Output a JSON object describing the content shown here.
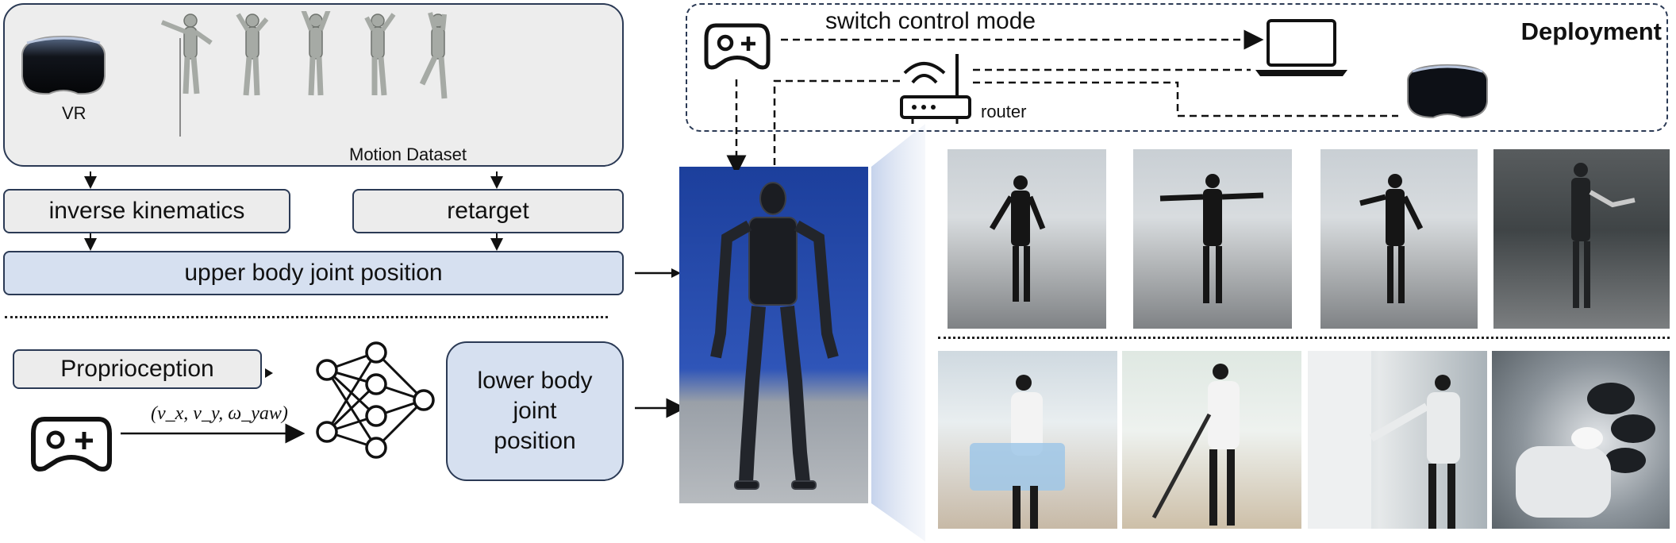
{
  "source_panel": {
    "vr_label": "VR",
    "motion_dataset_label": "Motion Dataset"
  },
  "boxes": {
    "inverse_kinematics": "inverse kinematics",
    "retarget": "retarget",
    "upper_body": "upper body joint position",
    "proprioception": "Proprioception",
    "lower_body": [
      "lower body",
      "joint",
      "position"
    ]
  },
  "velocity_label": "(v_x, v_y, ω_yaw)",
  "deployment": {
    "title": "Deployment",
    "switch_label": "switch control mode",
    "router_label": "router"
  },
  "icons": [
    "vr-headset-icon",
    "gamepad-icon",
    "laptop-icon",
    "router-icon",
    "neural-network-icon"
  ],
  "colors": {
    "box_gray": "#ececec",
    "box_blue": "#d6e0f0",
    "border": "#2b3a55",
    "robot_backdrop": "#2f55b8"
  }
}
